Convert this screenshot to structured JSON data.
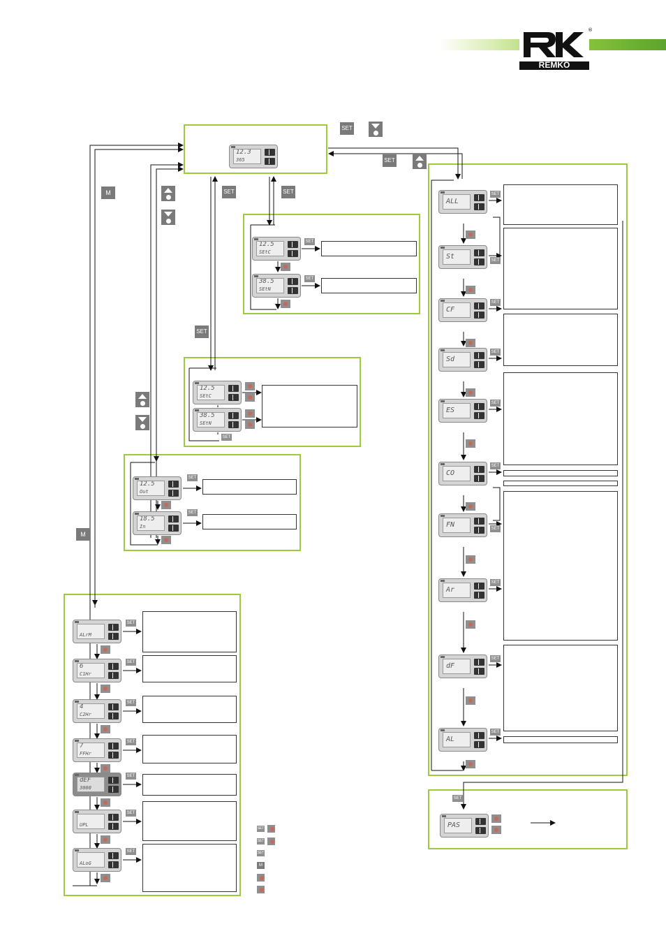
{
  "logo": {
    "brand": "REMKO",
    "registered": "®"
  },
  "buttons": {
    "set": "SET",
    "m": "M"
  },
  "main_display": {
    "line1": "12.3",
    "line2": "365"
  },
  "read_box": [
    {
      "line1": "12.5",
      "line2": "SEtC"
    },
    {
      "line1": "38.5",
      "line2": "SEtN"
    }
  ],
  "set_box": [
    {
      "line1": "12.5",
      "line2": "SEtC"
    },
    {
      "line1": "38.5",
      "line2": "SEtN"
    }
  ],
  "probe_box": [
    {
      "line1": "12.5",
      "line2": "Out"
    },
    {
      "line1": "18.5",
      "line2": "In"
    }
  ],
  "menu_box": [
    {
      "line1": "",
      "line2": "ALrM"
    },
    {
      "line1": "6",
      "line2": "C1Hr"
    },
    {
      "line1": "4",
      "line2": "C2Hr"
    },
    {
      "line1": "7",
      "line2": "FFHr"
    },
    {
      "line1": "dEF",
      "line2": "3000"
    },
    {
      "line1": "",
      "line2": "UPL"
    },
    {
      "line1": "",
      "line2": "ALoG"
    }
  ],
  "param_box": [
    "ALL",
    "St",
    "CF",
    "Sd",
    "ES",
    "CO",
    "FN",
    "Ar",
    "dF",
    "AL"
  ],
  "password_box": {
    "value": "PAS"
  }
}
